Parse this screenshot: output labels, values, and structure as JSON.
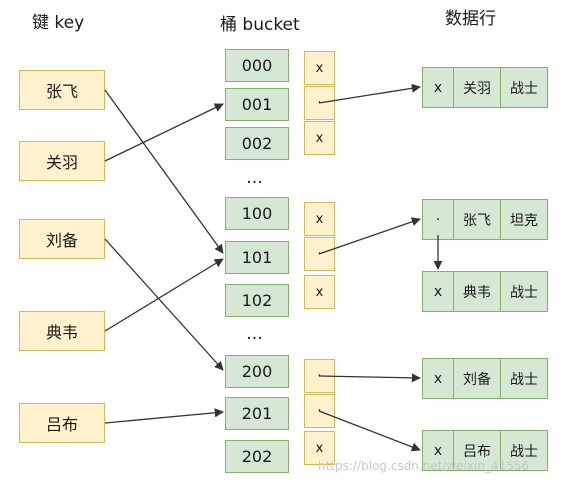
{
  "headers": {
    "key": "键 key",
    "bucket": "桶 bucket",
    "row": "数据行"
  },
  "keys": [
    "张飞",
    "关羽",
    "刘备",
    "典韦",
    "吕布"
  ],
  "buckets": [
    "000",
    "001",
    "002",
    "100",
    "101",
    "102",
    "200",
    "201",
    "202"
  ],
  "ellipsis": [
    "…",
    "…"
  ],
  "pointers": [
    "x",
    "·",
    "x",
    "x",
    "·",
    "x",
    "·",
    "·",
    "x"
  ],
  "rows": [
    [
      "x",
      "关羽",
      "战士"
    ],
    [
      "·",
      "张飞",
      "坦克"
    ],
    [
      "x",
      "典韦",
      "战士"
    ],
    [
      "x",
      "刘备",
      "战士"
    ],
    [
      "x",
      "吕布",
      "战士"
    ]
  ],
  "watermark": "https://blog.csdn.net/weixin_41556"
}
